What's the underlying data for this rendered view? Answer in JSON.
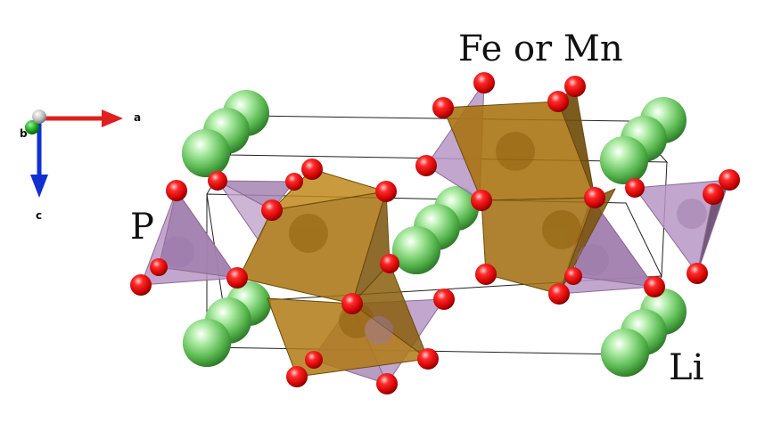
{
  "labels": {
    "fe_mn": "Fe or Mn",
    "p": "P",
    "li": "Li"
  },
  "axes": {
    "a": "a",
    "b": "b",
    "c": "c"
  },
  "colors": {
    "li_sphere": "#6fcf6a",
    "o_sphere": "#e01010",
    "fe_mn_polyhedron": "#a8720e",
    "p_polyhedron": "#b48fc0",
    "axis_a": "#e02020",
    "axis_b": "#10a010",
    "axis_c": "#1030d0"
  }
}
